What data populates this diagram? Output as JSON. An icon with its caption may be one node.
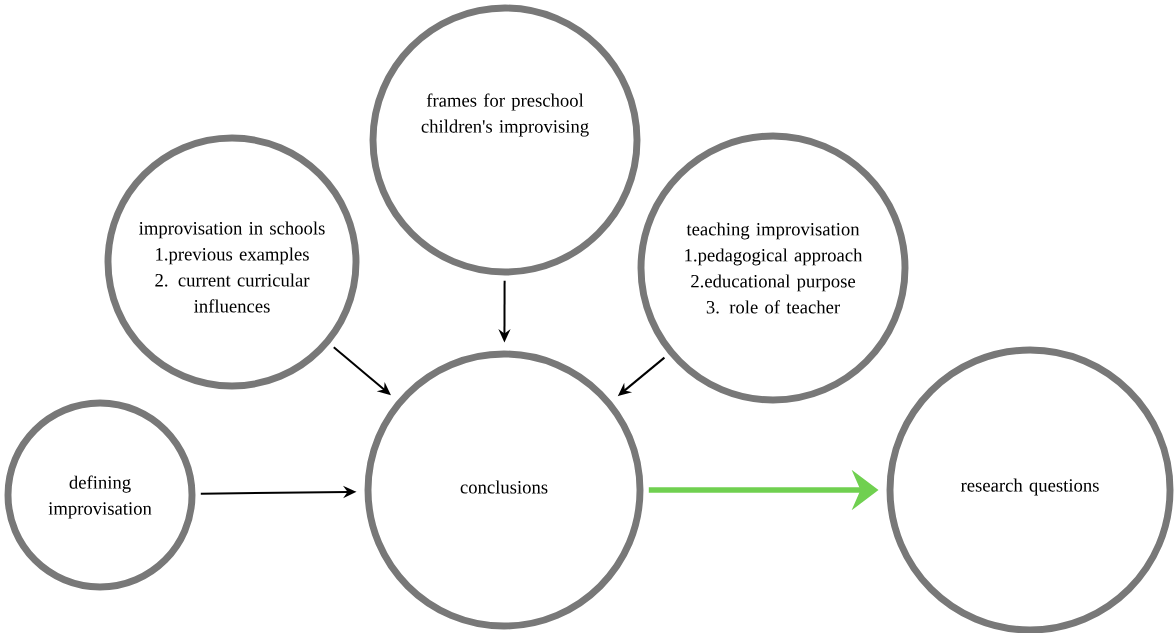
{
  "diagram": {
    "nodes": [
      {
        "text": [
          "defining improvisation"
        ]
      },
      {
        "text": [
          "improvisation in schools",
          "1.previous examples",
          "2. current curricular influences"
        ]
      },
      {
        "text": [
          "frames for preschool children's improvising"
        ]
      },
      {
        "text": [
          "teaching improvisation",
          "1.pedagogical approach",
          "2.educational purpose",
          "3. role of teacher"
        ]
      },
      {
        "text": [
          "conclusions"
        ]
      },
      {
        "text": [
          "research questions"
        ]
      }
    ],
    "edges": [
      {
        "from": 0,
        "to": 4,
        "arrow": "to"
      },
      {
        "from": 1,
        "to": 4,
        "arrow": "to"
      },
      {
        "from": 2,
        "to": 4,
        "arrow": "to"
      },
      {
        "from": 3,
        "to": 4,
        "arrow": "to"
      },
      {
        "from": 4,
        "to": 5,
        "arrow": "to",
        "style": "thick",
        "color": "#70d050"
      }
    ]
  }
}
